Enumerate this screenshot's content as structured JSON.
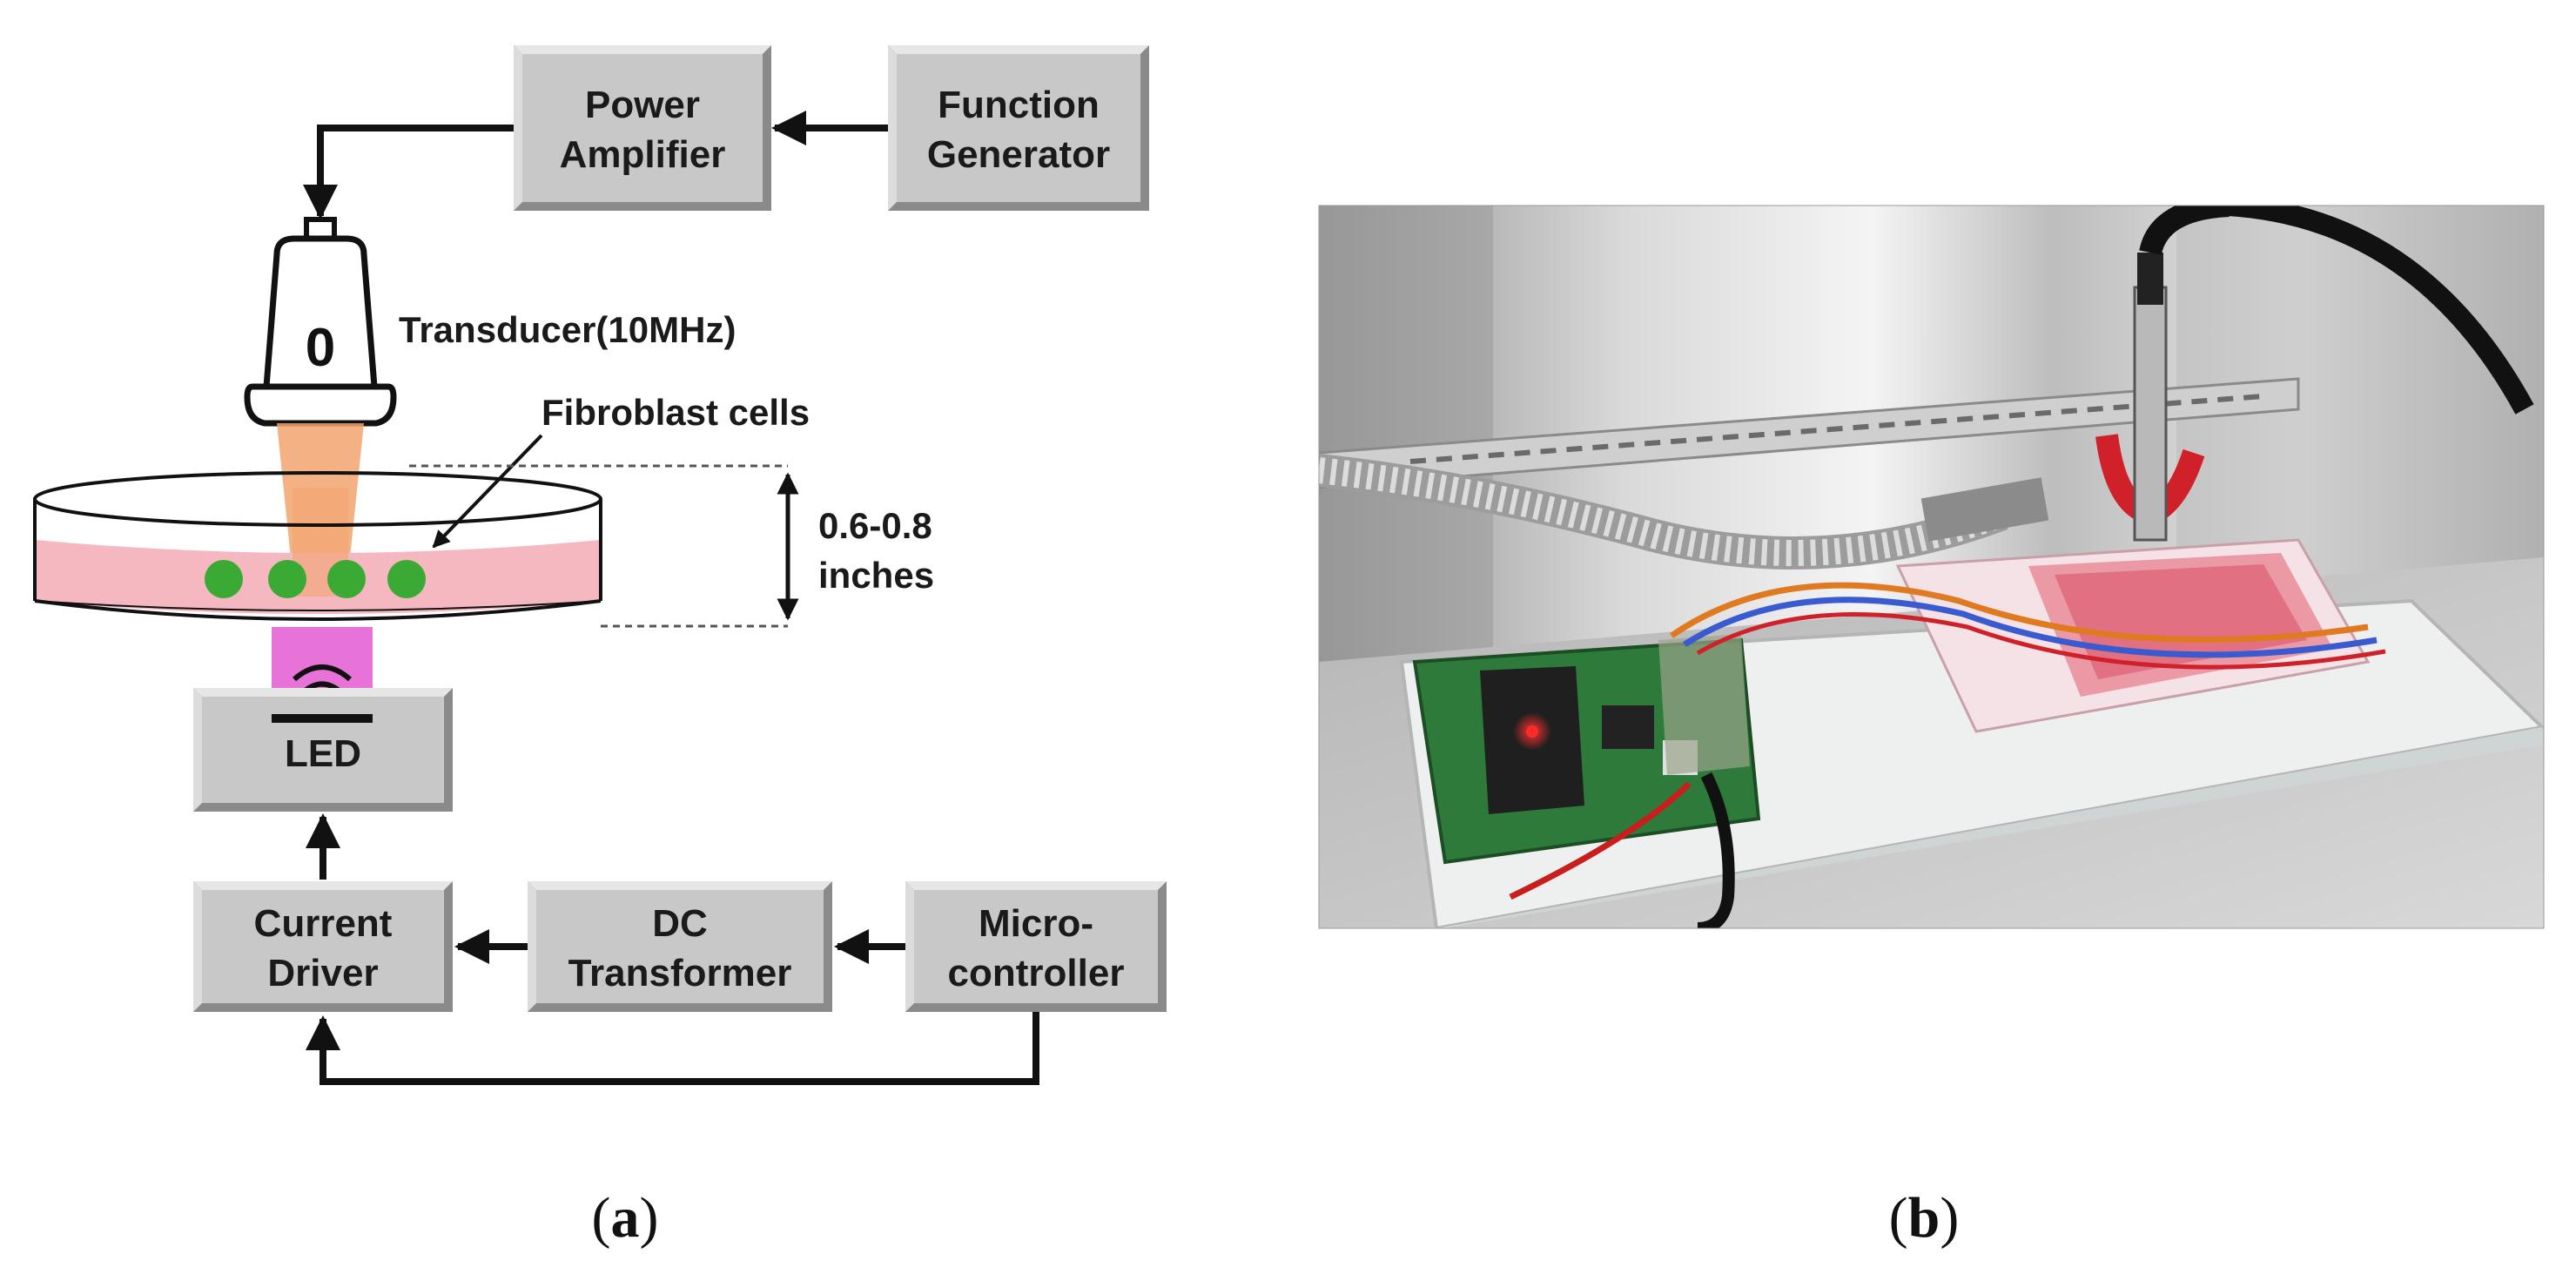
{
  "diagram": {
    "boxes": {
      "power_amplifier": [
        "Power",
        "Amplifier"
      ],
      "function_generator": [
        "Function",
        "Generator"
      ],
      "led": [
        "LED"
      ],
      "current_driver": [
        "Current",
        "Driver"
      ],
      "dc_transformer": [
        "DC",
        "Transformer"
      ],
      "microcontroller": [
        "Micro-",
        "controller"
      ]
    },
    "transducer_glyph": "0",
    "transducer_label": "Transducer(10MHz)",
    "cells_label": "Fibroblast cells",
    "height_label": [
      "0.6-0.8",
      "inches"
    ],
    "colors": {
      "box_fill": "#c8c8c8",
      "arrow": "#111111",
      "beam": "#f2a46f",
      "medium": "#f6b8c0",
      "cell": "#3aaa35",
      "led_light": "#e873d8"
    }
  },
  "panels": {
    "a_open": "(",
    "a_letter": "a",
    "a_close": ")",
    "b_open": "(",
    "b_letter": "b",
    "b_close": ")"
  }
}
